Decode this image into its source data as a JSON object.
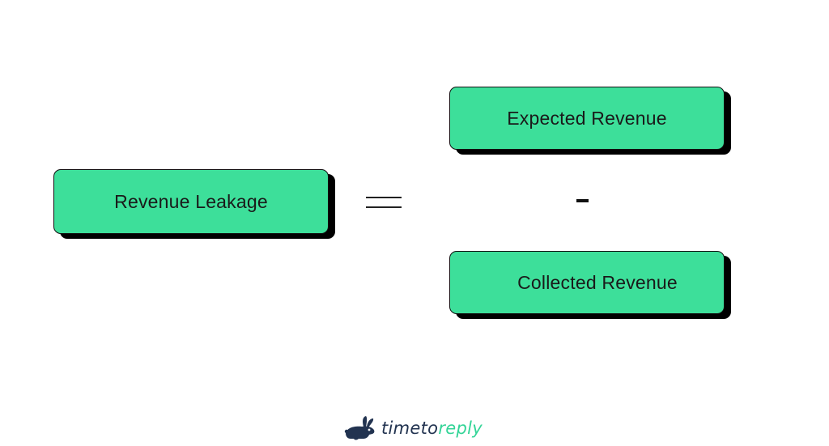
{
  "diagram": {
    "lhs": {
      "label": "Revenue Leakage"
    },
    "equals_sign": "=",
    "rhs_top": {
      "label": "Expected Revenue"
    },
    "operator": "-",
    "rhs_bottom": {
      "label": "Collected Revenue"
    }
  },
  "brand": {
    "part1": "timeto",
    "part2": "reply",
    "icon": "rabbit-icon"
  },
  "colors": {
    "box_fill": "#3ddf9a",
    "box_shadow": "#000000",
    "brand_dark": "#223350",
    "brand_green": "#33d497"
  }
}
